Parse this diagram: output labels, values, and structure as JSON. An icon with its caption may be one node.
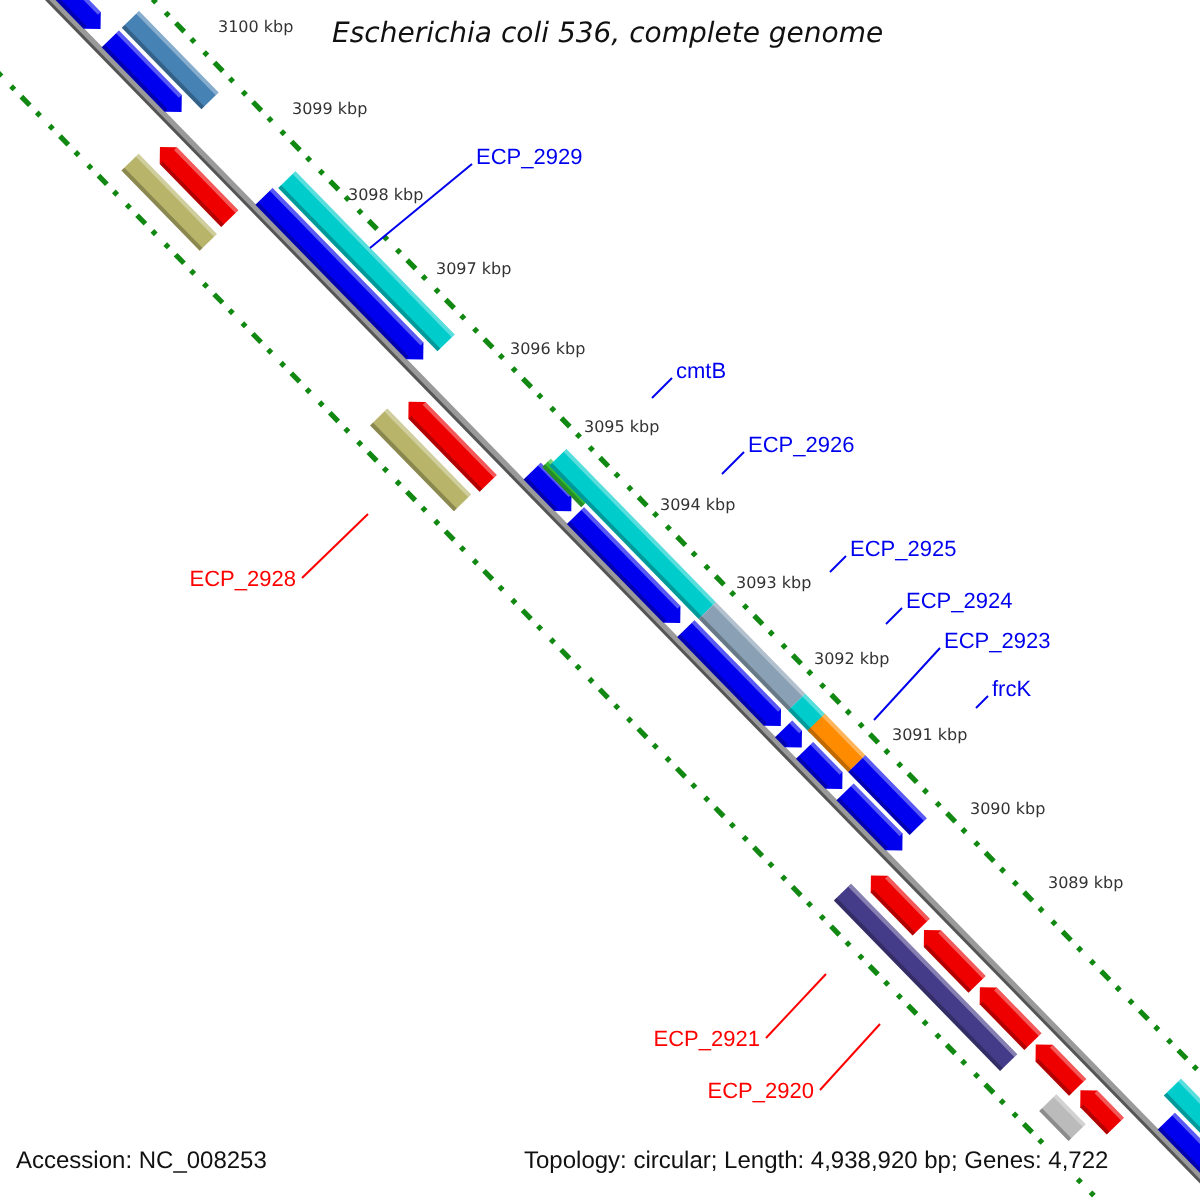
{
  "diagram": {
    "title": "Escherichia coli 536, complete genome",
    "nodes": [
      {
        "text": [
          "ECP_2929"
        ]
      },
      {
        "text": [
          "cmtB"
        ]
      },
      {
        "text": [
          "ECP_2926"
        ]
      },
      {
        "text": [
          "ECP_2925"
        ]
      },
      {
        "text": [
          "ECP_2928"
        ]
      },
      {
        "text": [
          "ECP_2924"
        ]
      },
      {
        "text": [
          "ECP_2923"
        ]
      },
      {
        "text": [
          "frcK"
        ]
      },
      {
        "text": [
          "ECP_2921"
        ]
      },
      {
        "text": [
          "ECP_2920"
        ]
      },
      {
        "text": [],
        "shape": "bar"
      }
    ],
    "edges": [
      {
        "from": 0,
        "to": 10,
        "arrow": "none"
      },
      {
        "from": 1,
        "to": null,
        "arrow": "none"
      },
      {
        "from": 2,
        "to": null,
        "arrow": "none"
      },
      {
        "from": 3,
        "to": null,
        "arrow": "none"
      },
      {
        "from": 4,
        "to": null,
        "arrow": "none",
        "color": "#ff0000"
      },
      {
        "from": 5,
        "to": null,
        "arrow": "none"
      },
      {
        "from": 6,
        "to": null,
        "arrow": "none"
      },
      {
        "from": 7,
        "to": null,
        "arrow": "none"
      },
      {
        "from": 8,
        "to": null,
        "arrow": "none",
        "color": "#ff0000"
      },
      {
        "from": 9,
        "to": null,
        "arrow": "none",
        "color": "#ff0000"
      }
    ],
    "labels": [
      "3100 kbp",
      "3099 kbp",
      "3098 kbp",
      "3097 kbp",
      "3096 kbp",
      "3095 kbp",
      "3094 kbp",
      "3093 kbp",
      "3092 kbp",
      "3091 kbp",
      "3090 kbp",
      "3089 kbp",
      "Accession: NC_008253",
      "Topology: circular; Length: 4,938,920 bp; Genes: 4,722"
    ]
  }
}
